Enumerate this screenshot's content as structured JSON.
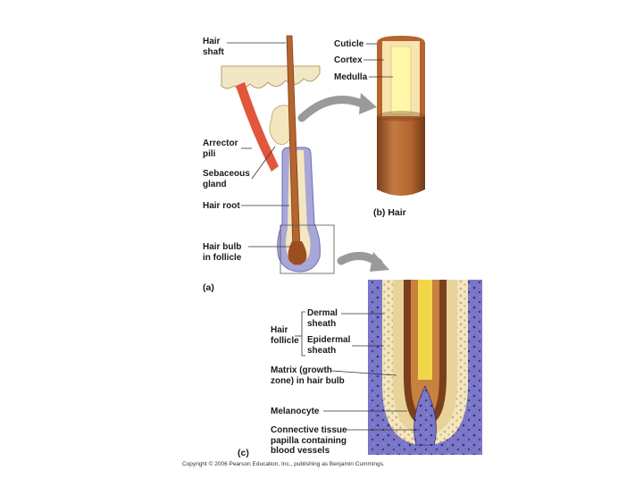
{
  "panels": {
    "a": "(a)",
    "b": "(b) Hair",
    "c": "(c)"
  },
  "labels_a": {
    "hair_shaft": "Hair\nshaft",
    "arrector_pili": "Arrector\npili",
    "sebaceous_gland": "Sebaceous\ngland",
    "hair_root": "Hair root",
    "hair_bulb": "Hair bulb\nin follicle"
  },
  "labels_b": {
    "cuticle": "Cuticle",
    "cortex": "Cortex",
    "medulla": "Medulla"
  },
  "labels_c": {
    "hair_follicle": "Hair\nfollicle",
    "dermal_sheath": "Dermal\nsheath",
    "epidermal_sheath": "Epidermal\nsheath",
    "matrix": "Matrix (growth\nzone) in hair bulb",
    "melanocyte": "Melanocyte",
    "papilla": "Connective tissue\npapilla containing\nblood vessels"
  },
  "copyright": "Copyright © 2006 Pearson Education, Inc., publishing as Benjamin Cummings.",
  "colors": {
    "hair": "#b5652d",
    "hair_dark": "#7a3f1c",
    "cortex": "#f7e4b0",
    "medulla": "#fff6a8",
    "follicle_sheath": "#a9a6d8",
    "connective": "#6f6cc0",
    "arrector": "#e2563a",
    "skin": "#f2e6c4",
    "arrow": "#9a9a9a"
  }
}
